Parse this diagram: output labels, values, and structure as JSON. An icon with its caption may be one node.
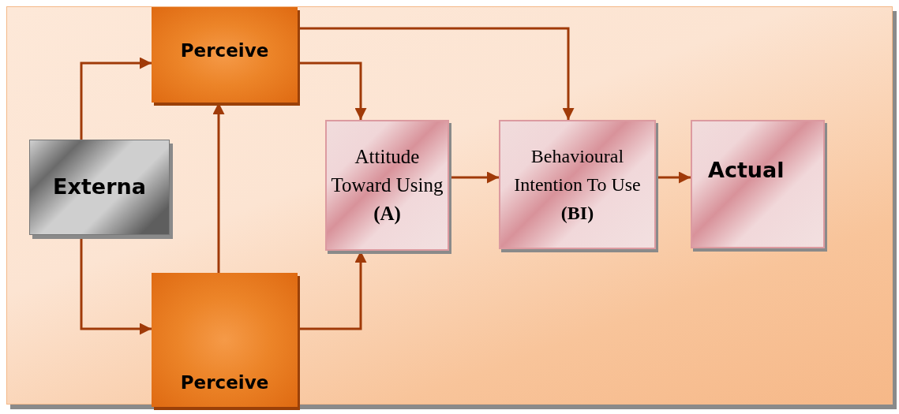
{
  "diagram": {
    "nodes": [
      {
        "text": [
          "Externa"
        ]
      },
      {
        "text": [
          "Perceive"
        ]
      },
      {
        "text": [
          "Perceive"
        ]
      },
      {
        "text": [
          "Attitude Toward Using **(A)**"
        ]
      },
      {
        "text": [
          "Behavioural Intention To Use **(BI)**"
        ]
      },
      {
        "text": [
          "Actual"
        ]
      }
    ],
    "edges": [
      {
        "from": 0,
        "to": 1,
        "arrow": "to"
      },
      {
        "from": 0,
        "to": 2,
        "arrow": "to"
      },
      {
        "from": 2,
        "to": 1,
        "arrow": "to"
      },
      {
        "from": 1,
        "to": 3,
        "arrow": "to"
      },
      {
        "from": 2,
        "to": 3,
        "arrow": "to"
      },
      {
        "from": 3,
        "to": 4,
        "arrow": "to"
      },
      {
        "from": 4,
        "to": 5,
        "arrow": "to"
      },
      {
        "from": 1,
        "to": 4,
        "arrow": "to"
      }
    ]
  }
}
